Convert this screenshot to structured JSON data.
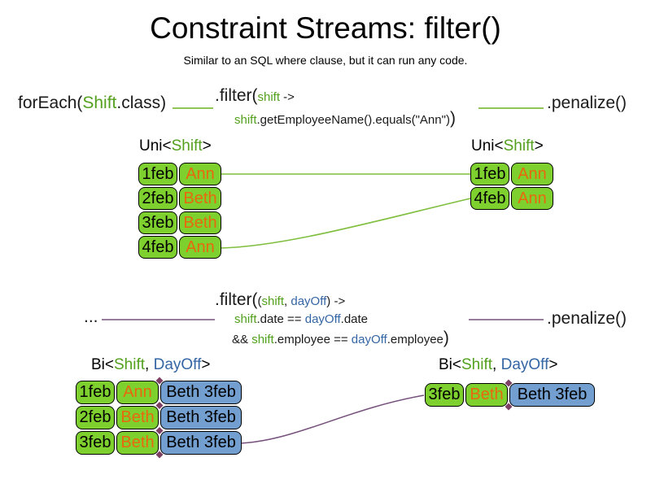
{
  "title": "Constraint Streams: filter()",
  "subtitle": "Similar to an SQL where clause, but it can run any code.",
  "colors": {
    "box_green": "#7ed02e",
    "box_blue": "#729fcf",
    "code_green": "#52a01e",
    "code_blue": "#3465a4",
    "name_orange": "#e8690b",
    "line_green": "#7fbe3e",
    "line_purple": "#75507b",
    "diamond_purple": "#7d3f63"
  },
  "stream1": {
    "source_prefix": "forEach(",
    "source_type": "Shift",
    "source_suffix": ".class)",
    "filter_method": ".filter(",
    "filter_param": "shift",
    "filter_arrow": " ->",
    "lambda_var": "shift",
    "lambda_body": ".getEmployeeName().equals(\"Ann\")",
    "lambda_close": ")",
    "penalize": ".penalize()"
  },
  "stream2": {
    "source_ellipsis": "...",
    "filter_method": ".filter(",
    "params_open": "(",
    "param1": "shift",
    "params_sep": ", ",
    "param2": "dayOff",
    "params_close": ")",
    "filter_arrow": " ->",
    "cond1_var1": "shift",
    "cond1_op": ".date == ",
    "cond1_var2": "dayOff",
    "cond1_end": ".date",
    "cond2_and": "&& ",
    "cond2_var1": "shift",
    "cond2_op": ".employee == ",
    "cond2_var2": "dayOff",
    "cond2_end": ".employee",
    "cond2_close": ")",
    "penalize": ".penalize()"
  },
  "uni_left": {
    "header": {
      "prefix": "Uni<",
      "type1": "Shift",
      "suffix": ">"
    },
    "rows": [
      {
        "date": "1feb",
        "name": "Ann"
      },
      {
        "date": "2feb",
        "name": "Beth"
      },
      {
        "date": "3feb",
        "name": "Beth"
      },
      {
        "date": "4feb",
        "name": "Ann"
      }
    ]
  },
  "uni_right": {
    "header": {
      "prefix": "Uni<",
      "type1": "Shift",
      "suffix": ">"
    },
    "rows": [
      {
        "date": "1feb",
        "name": "Ann"
      },
      {
        "date": "4feb",
        "name": "Ann"
      }
    ]
  },
  "bi_left": {
    "header": {
      "prefix": "Bi<",
      "type1": "Shift",
      "sep": ", ",
      "type2": "DayOff",
      "suffix": ">"
    },
    "rows": [
      {
        "date": "1feb",
        "name": "Ann",
        "dayoff": "Beth 3feb"
      },
      {
        "date": "2feb",
        "name": "Beth",
        "dayoff": "Beth 3feb"
      },
      {
        "date": "3feb",
        "name": "Beth",
        "dayoff": "Beth 3feb"
      }
    ]
  },
  "bi_right": {
    "header": {
      "prefix": "Bi<",
      "type1": "Shift",
      "sep": ", ",
      "type2": "DayOff",
      "suffix": ">"
    },
    "rows": [
      {
        "date": "3feb",
        "name": "Beth",
        "dayoff": "Beth 3feb"
      }
    ]
  }
}
